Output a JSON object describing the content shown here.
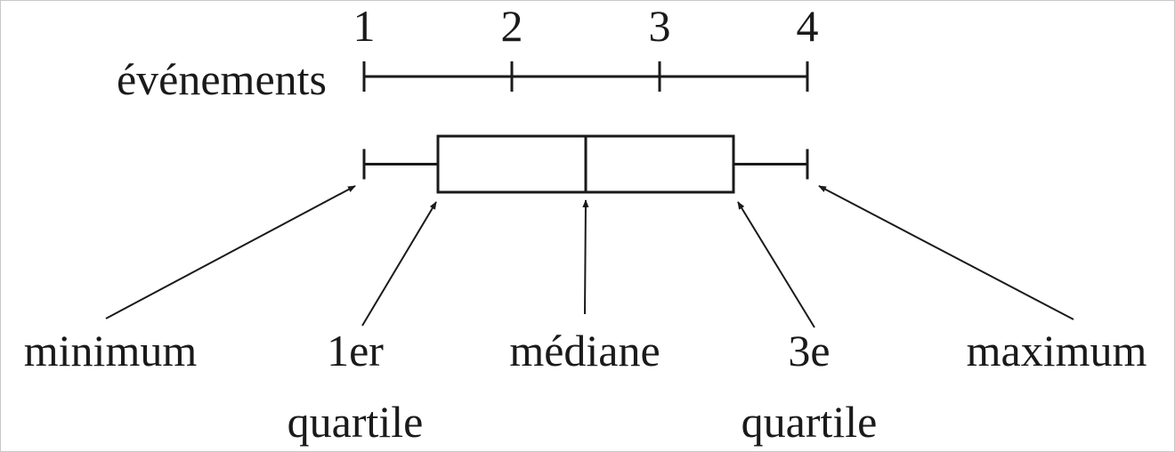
{
  "axis": {
    "label": "événements",
    "ticks": [
      {
        "value": 1,
        "label": "1"
      },
      {
        "value": 2,
        "label": "2"
      },
      {
        "value": 3,
        "label": "3"
      },
      {
        "value": 4,
        "label": "4"
      }
    ]
  },
  "boxplot": {
    "minimum": 1,
    "q1": 1.5,
    "median": 2.5,
    "q3": 3.5,
    "maximum": 4
  },
  "annotations": {
    "minimum": {
      "lines": [
        "minimum"
      ]
    },
    "q1": {
      "lines": [
        "1er",
        "quartile"
      ]
    },
    "median": {
      "lines": [
        "médiane"
      ]
    },
    "q3": {
      "lines": [
        "3e",
        "quartile"
      ]
    },
    "maximum": {
      "lines": [
        "maximum"
      ]
    }
  }
}
